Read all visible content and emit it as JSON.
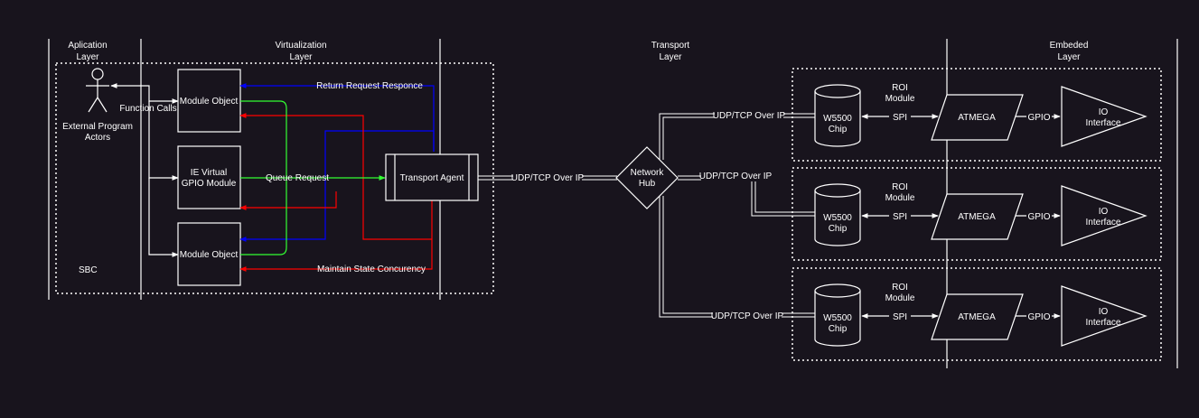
{
  "colors": {
    "background": "#18141d",
    "stroke": "#ffffff",
    "blue": "#0000ff",
    "red": "#ff0000",
    "green": "#33ff33"
  },
  "layers": {
    "application": [
      "Aplication",
      "Layer"
    ],
    "virtualization": [
      "Virtualization",
      "Layer"
    ],
    "transport": [
      "Transport",
      "Layer"
    ],
    "embedded": [
      "Embeded",
      "Layer"
    ]
  },
  "actor": {
    "label": [
      "External Program",
      "Actors"
    ],
    "icon": "stick-figure-icon"
  },
  "sbc_label": "SBC",
  "boxes": {
    "module_object_top": "Module Object",
    "ie_gpio": [
      "IE Virtual",
      "GPIO Module"
    ],
    "module_object_bottom": "Module Object",
    "transport_agent": "Transport Agent"
  },
  "edge_labels": {
    "function_calls": "Function Calls",
    "return_request": "Return Request Responce",
    "queue_request": "Queue Request",
    "maintain_state": "Maintain State Concurency",
    "udp_main": "UDP/TCP Over IP",
    "udp_top": "UDP/TCP Over IP",
    "udp_mid": "UDP/TCP Over IP",
    "udp_bottom": "UDP/TCP Over IP"
  },
  "hub": [
    "Network",
    "Hub"
  ],
  "roi_modules": [
    {
      "roi": [
        "ROI",
        "Module"
      ],
      "chip": [
        "W5500",
        "Chip"
      ],
      "spi": "SPI",
      "mcu": "ATMEGA",
      "gpio": "GPIO",
      "io": [
        "IO",
        "Interface"
      ]
    },
    {
      "roi": [
        "ROI",
        "Module"
      ],
      "chip": [
        "W5500",
        "Chip"
      ],
      "spi": "SPI",
      "mcu": "ATMEGA",
      "gpio": "GPIO",
      "io": [
        "IO",
        "Interface"
      ]
    },
    {
      "roi": [
        "ROI",
        "Module"
      ],
      "chip": [
        "W5500",
        "Chip"
      ],
      "spi": "SPI",
      "mcu": "ATMEGA",
      "gpio": "GPIO",
      "io": [
        "IO",
        "Interface"
      ]
    }
  ]
}
